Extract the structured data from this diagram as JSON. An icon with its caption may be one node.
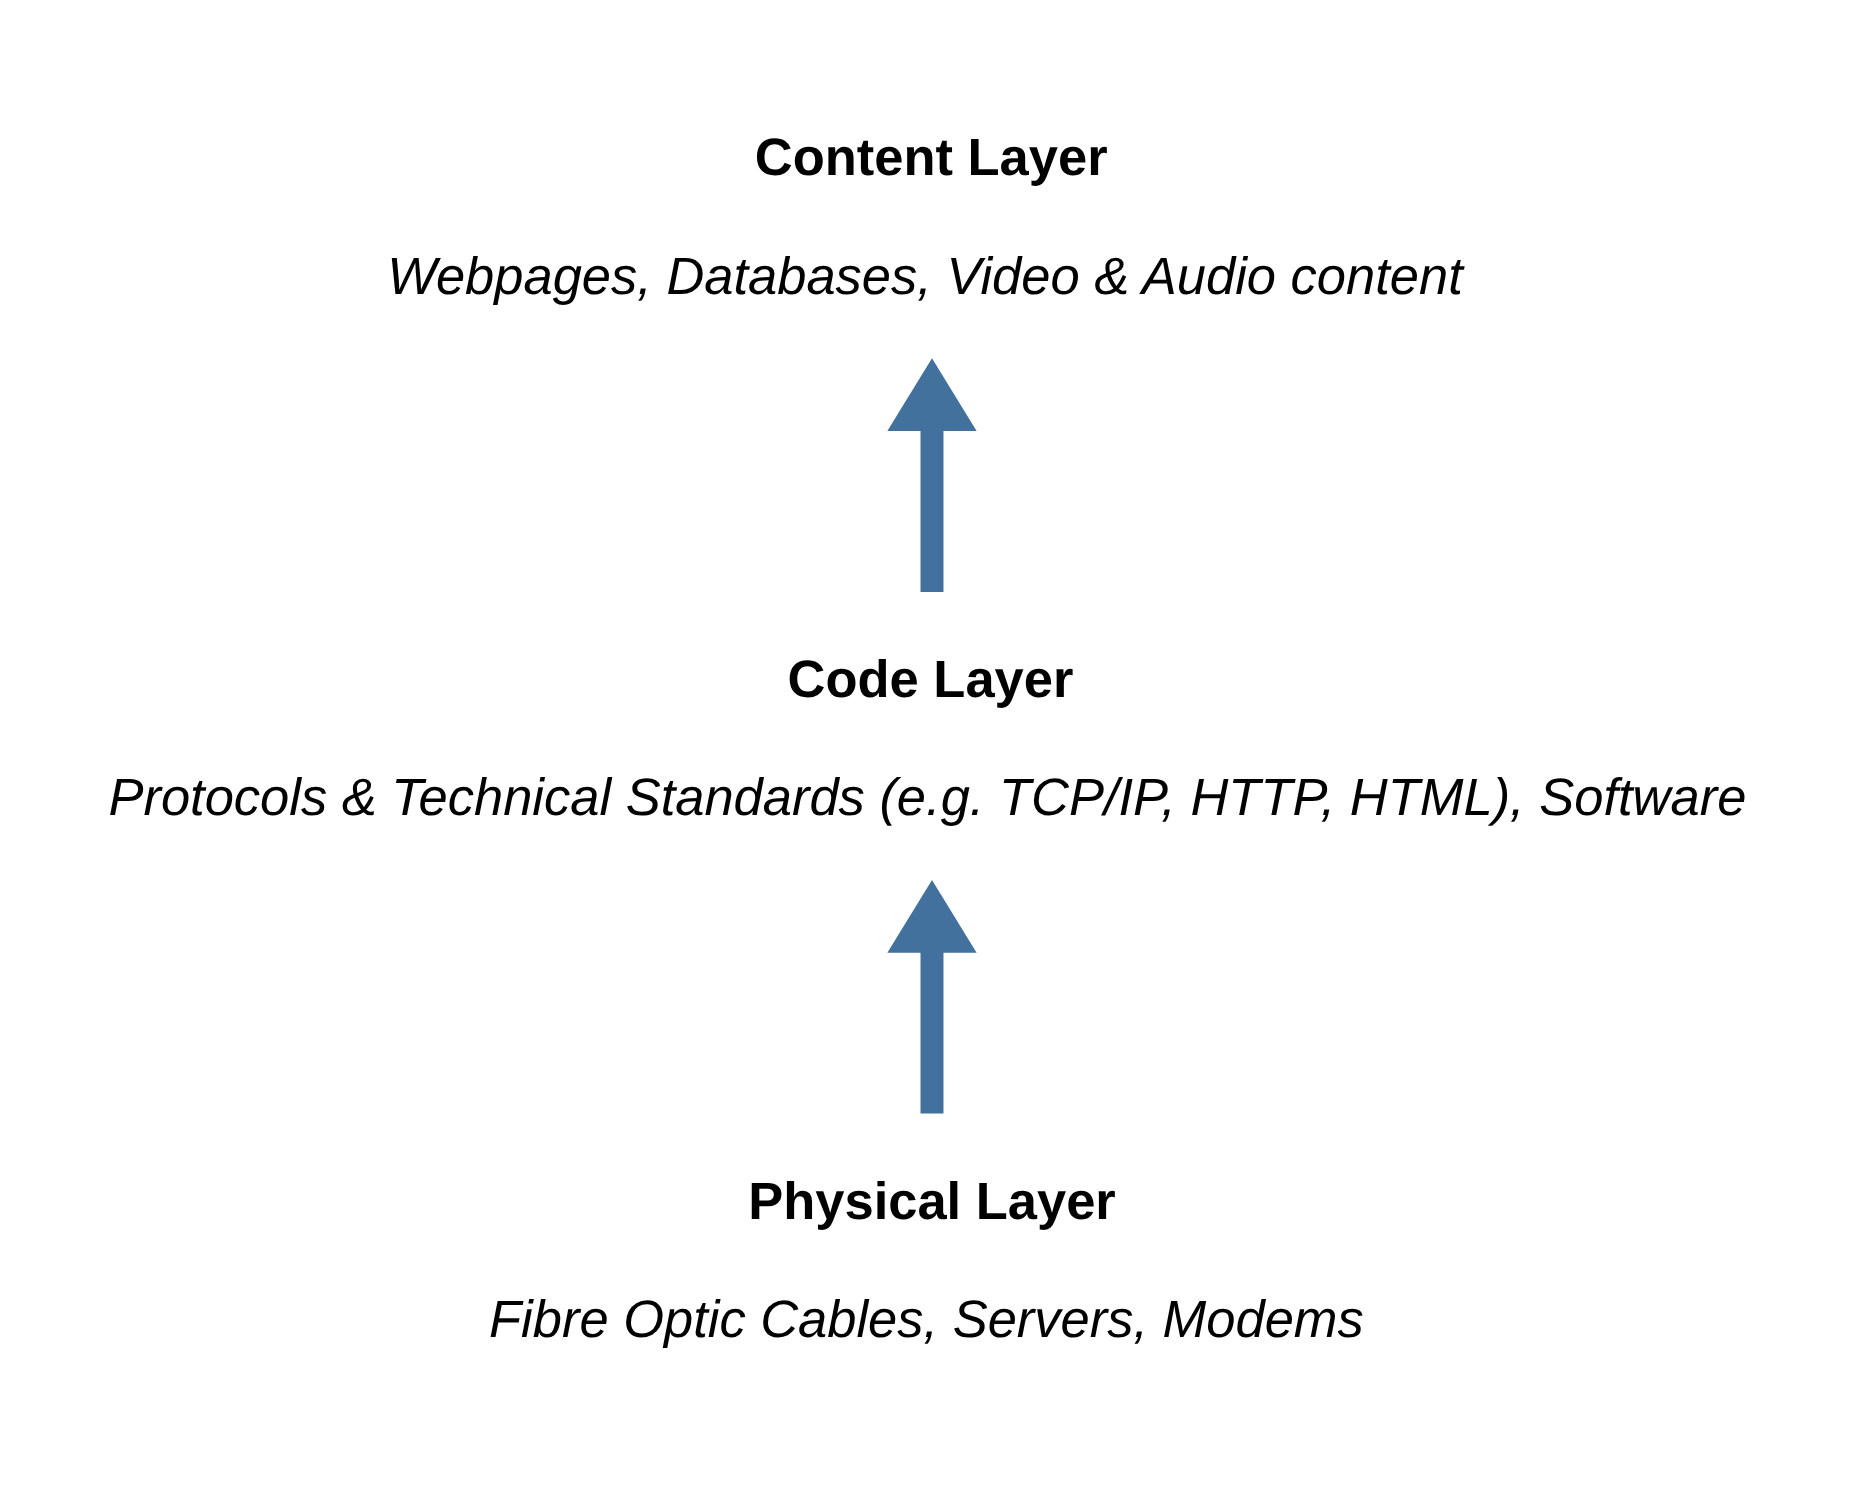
{
  "diagram": {
    "nodes": [
      {
        "text": [
          "Content Layer",
          "Webpages, Databases, Video & Audio content"
        ]
      },
      {
        "text": [
          "Code Layer",
          "Protocols & Technical Standards (e.g. TCP/IP, HTTP, HTML), Software"
        ]
      },
      {
        "text": [
          "Physical Layer",
          "Fibre Optic Cables, Servers, Modems"
        ]
      }
    ],
    "edges": [
      {
        "from": 2,
        "to": 1,
        "arrow": "to"
      },
      {
        "from": 1,
        "to": 0,
        "arrow": "to"
      }
    ]
  }
}
